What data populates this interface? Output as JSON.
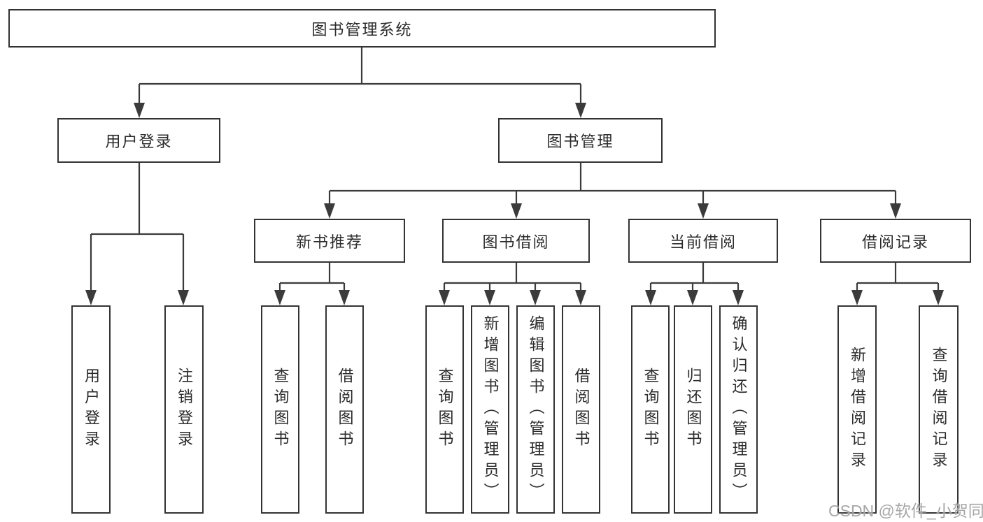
{
  "tree": {
    "label": "图书管理系统",
    "children": [
      {
        "label": "用户登录",
        "children": [
          {
            "label": "用户登录"
          },
          {
            "label": "注销登录"
          }
        ]
      },
      {
        "label": "图书管理",
        "children": [
          {
            "label": "新书推荐",
            "children": [
              {
                "label": "查询图书"
              },
              {
                "label": "借阅图书"
              }
            ]
          },
          {
            "label": "图书借阅",
            "children": [
              {
                "label": "查询图书"
              },
              {
                "label": "新增图书（管理员）"
              },
              {
                "label": "编辑图书（管理员）"
              },
              {
                "label": "借阅图书"
              }
            ]
          },
          {
            "label": "当前借阅",
            "children": [
              {
                "label": "查询图书"
              },
              {
                "label": "归还图书"
              },
              {
                "label": "确认归还（管理员）"
              }
            ]
          },
          {
            "label": "借阅记录",
            "children": [
              {
                "label": "新增借阅记录"
              },
              {
                "label": "查询借阅记录"
              }
            ]
          }
        ]
      }
    ]
  },
  "watermark": {
    "text": "CSDN @软件_小贺同学"
  },
  "colors": {
    "line": "#3b3b3b",
    "box_border": "#333333",
    "box_background": "#ffffff",
    "text": "#2b2b2b",
    "watermark": "#9b9b9b"
  }
}
